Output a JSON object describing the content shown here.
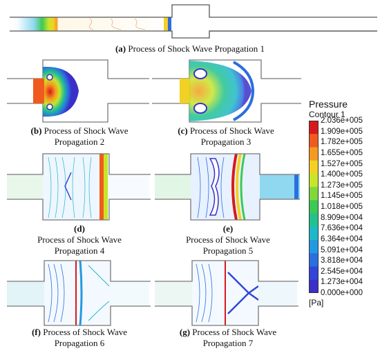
{
  "panels": [
    {
      "letter": "a",
      "caption_lines": [
        "Process of Shock Wave Propagation 1"
      ]
    },
    {
      "letter": "b",
      "caption_lines": [
        "Process of Shock Wave",
        "Propagation 2"
      ]
    },
    {
      "letter": "c",
      "caption_lines": [
        "Process of Shock Wave",
        "Propagation 3"
      ]
    },
    {
      "letter": "d",
      "caption_lines": [
        "",
        "Process of Shock Wave",
        "Propagation 4"
      ]
    },
    {
      "letter": "e",
      "caption_lines": [
        "",
        "Process of Shock Wave",
        "Propagation 5"
      ]
    },
    {
      "letter": "f",
      "caption_lines": [
        "Process of Shock Wave",
        "Propagation 6"
      ]
    },
    {
      "letter": "g",
      "caption_lines": [
        "Process of Shock Wave",
        "Propagation 7"
      ]
    }
  ],
  "legend": {
    "title": "Pressure",
    "subtitle": "Contour 1",
    "unit": "[Pa]",
    "levels": [
      "2.036e+005",
      "1.909e+005",
      "1.782e+005",
      "1.655e+005",
      "1.527e+005",
      "1.400e+005",
      "1.273e+005",
      "1.145e+005",
      "1.018e+005",
      "8.909e+004",
      "7.636e+004",
      "6.364e+004",
      "5.091e+004",
      "3.818e+004",
      "2.545e+004",
      "1.273e+004",
      "0.000e+000"
    ],
    "colors": [
      "#d7191c",
      "#f05a1e",
      "#f59a20",
      "#f2d024",
      "#c8e52a",
      "#7fd83a",
      "#3cc954",
      "#22c28f",
      "#1fb8c8",
      "#2499e0",
      "#2a6fe0",
      "#3046d8",
      "#3b2fc8"
    ]
  }
}
